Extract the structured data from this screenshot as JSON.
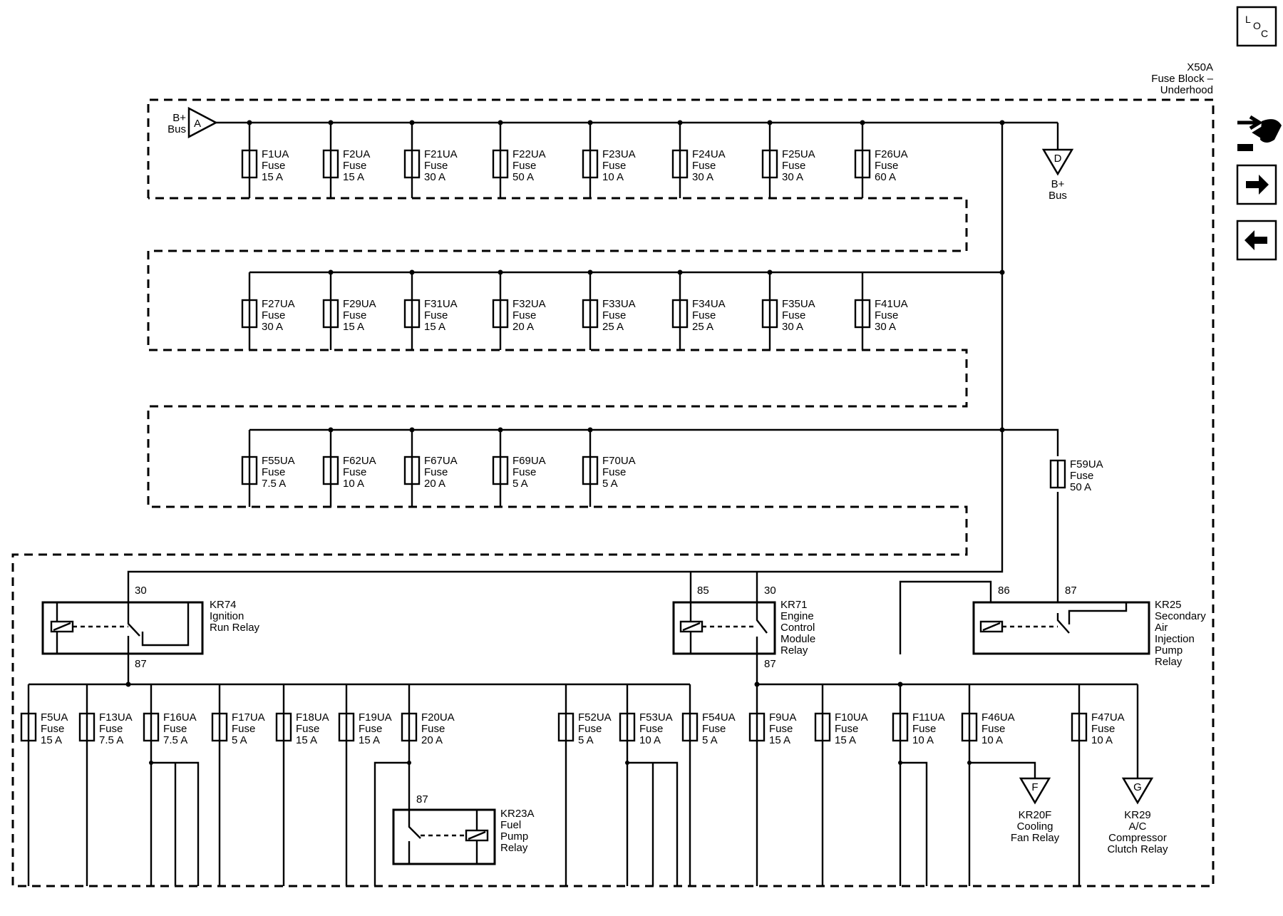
{
  "header": {
    "loc_letters": [
      "L",
      "O",
      "C"
    ],
    "block_id": "X50A",
    "block_name_1": "Fuse Block –",
    "block_name_2": "Underhood"
  },
  "nav": {
    "icons": [
      "connector-icon",
      "arrow-right-icon",
      "arrow-left-icon"
    ]
  },
  "bus": {
    "a_label_1": "B+",
    "a_label_2": "Bus",
    "a_letter": "A",
    "d_letter": "D",
    "d_label_1": "B+",
    "d_label_2": "Bus"
  },
  "fuses": [
    {
      "id": "F1UA",
      "type": "Fuse",
      "rating": "15 A"
    },
    {
      "id": "F2UA",
      "type": "Fuse",
      "rating": "15 A"
    },
    {
      "id": "F21UA",
      "type": "Fuse",
      "rating": "30 A"
    },
    {
      "id": "F22UA",
      "type": "Fuse",
      "rating": "50 A"
    },
    {
      "id": "F23UA",
      "type": "Fuse",
      "rating": "10 A"
    },
    {
      "id": "F24UA",
      "type": "Fuse",
      "rating": "30 A"
    },
    {
      "id": "F25UA",
      "type": "Fuse",
      "rating": "30 A"
    },
    {
      "id": "F26UA",
      "type": "Fuse",
      "rating": "60 A"
    },
    {
      "id": "F27UA",
      "type": "Fuse",
      "rating": "30 A"
    },
    {
      "id": "F29UA",
      "type": "Fuse",
      "rating": "15 A"
    },
    {
      "id": "F31UA",
      "type": "Fuse",
      "rating": "15 A"
    },
    {
      "id": "F32UA",
      "type": "Fuse",
      "rating": "20 A"
    },
    {
      "id": "F33UA",
      "type": "Fuse",
      "rating": "25 A"
    },
    {
      "id": "F34UA",
      "type": "Fuse",
      "rating": "25 A"
    },
    {
      "id": "F35UA",
      "type": "Fuse",
      "rating": "30 A"
    },
    {
      "id": "F41UA",
      "type": "Fuse",
      "rating": "30 A"
    },
    {
      "id": "F55UA",
      "type": "Fuse",
      "rating": "7.5 A"
    },
    {
      "id": "F62UA",
      "type": "Fuse",
      "rating": "10 A"
    },
    {
      "id": "F67UA",
      "type": "Fuse",
      "rating": "20 A"
    },
    {
      "id": "F69UA",
      "type": "Fuse",
      "rating": "5 A"
    },
    {
      "id": "F70UA",
      "type": "Fuse",
      "rating": "5 A"
    },
    {
      "id": "F59UA",
      "type": "Fuse",
      "rating": "50 A"
    },
    {
      "id": "F5UA",
      "type": "Fuse",
      "rating": "15 A"
    },
    {
      "id": "F13UA",
      "type": "Fuse",
      "rating": "7.5 A"
    },
    {
      "id": "F16UA",
      "type": "Fuse",
      "rating": "7.5 A"
    },
    {
      "id": "F17UA",
      "type": "Fuse",
      "rating": "5 A"
    },
    {
      "id": "F18UA",
      "type": "Fuse",
      "rating": "15 A"
    },
    {
      "id": "F19UA",
      "type": "Fuse",
      "rating": "15 A"
    },
    {
      "id": "F20UA",
      "type": "Fuse",
      "rating": "20 A"
    },
    {
      "id": "F52UA",
      "type": "Fuse",
      "rating": "5 A"
    },
    {
      "id": "F53UA",
      "type": "Fuse",
      "rating": "10 A"
    },
    {
      "id": "F54UA",
      "type": "Fuse",
      "rating": "5 A"
    },
    {
      "id": "F9UA",
      "type": "Fuse",
      "rating": "15 A"
    },
    {
      "id": "F10UA",
      "type": "Fuse",
      "rating": "15 A"
    },
    {
      "id": "F11UA",
      "type": "Fuse",
      "rating": "10 A"
    },
    {
      "id": "F46UA",
      "type": "Fuse",
      "rating": "10 A"
    },
    {
      "id": "F47UA",
      "type": "Fuse",
      "rating": "10 A"
    }
  ],
  "relays": {
    "kr74": {
      "lines": [
        "KR74",
        "Ignition",
        "Run Relay"
      ],
      "pin_top": "30",
      "pin_bottom": "87"
    },
    "kr71": {
      "lines": [
        "KR71",
        "Engine",
        "Control",
        "Module",
        "Relay"
      ],
      "pin_85": "85",
      "pin_30": "30",
      "pin_87": "87"
    },
    "kr25": {
      "lines": [
        "KR25",
        "Secondary",
        "Air",
        "Injection",
        "Pump",
        "Relay"
      ],
      "pin_86": "86",
      "pin_87": "87"
    },
    "kr23a": {
      "lines": [
        "KR23A",
        "Fuel",
        "Pump",
        "Relay"
      ],
      "pin": "87"
    }
  },
  "offpage": {
    "f": {
      "letter": "F",
      "lines": [
        "KR20F",
        "Cooling",
        "Fan Relay"
      ]
    },
    "g": {
      "letter": "G",
      "lines": [
        "KR29",
        "A/C",
        "Compressor",
        "Clutch Relay"
      ]
    }
  }
}
